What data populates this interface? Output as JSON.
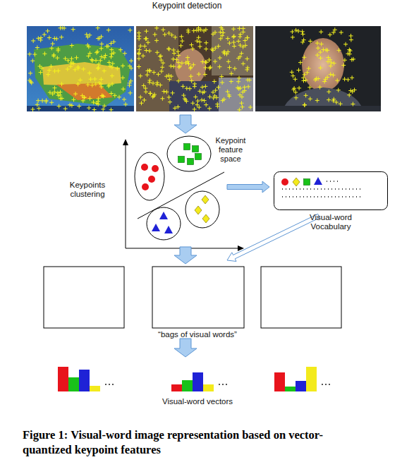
{
  "diagram": {
    "caption": "Figure 1: Visual-word image representation based on vector-quantized keypoint features",
    "nodes": [
      {
        "text": [
          "Visual-word Vocabulary"
        ]
      }
    ],
    "labels": [
      "Keypoint detection",
      "Keypoint feature space",
      "Keypoints clustering",
      "“bags of visual words”",
      "Visual-word vectors"
    ]
  }
}
